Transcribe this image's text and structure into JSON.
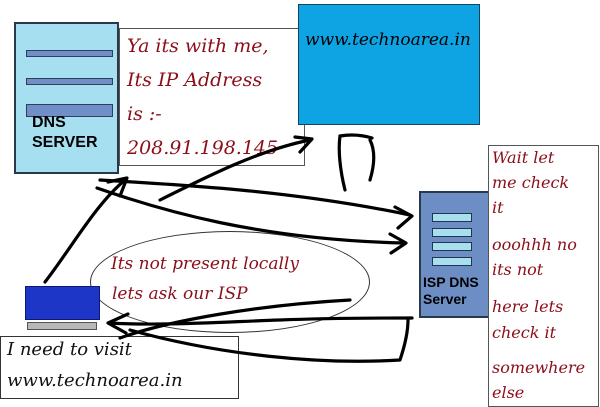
{
  "dns_server": {
    "label_line1": "DNS",
    "label_line2": "SERVER"
  },
  "dns_reply": {
    "lines": [
      "Ya its with me,",
      "Its IP Address",
      "is :-",
      "208.91.198.145"
    ]
  },
  "website": {
    "label": "www.technoarea.in",
    "color": "#0ea4e4"
  },
  "isp_dns_server": {
    "label_line1": "ISP DNS",
    "label_line2": "Server",
    "color": "#6d8ec5"
  },
  "isp_reply": {
    "lines": [
      "Wait let",
      "me check",
      "it",
      "ooohhh no",
      "its not",
      "here lets",
      "check it",
      "somewhere",
      "else"
    ]
  },
  "local_check": {
    "lines": [
      "Its not present locally",
      "lets ask our ISP"
    ]
  },
  "user_request": {
    "lines": [
      "I need to visit",
      "www.technoarea.in"
    ]
  },
  "colors": {
    "handwriting": "#8b0e1a",
    "screen": "#1d36c8",
    "server_light": "#a6dff0"
  }
}
